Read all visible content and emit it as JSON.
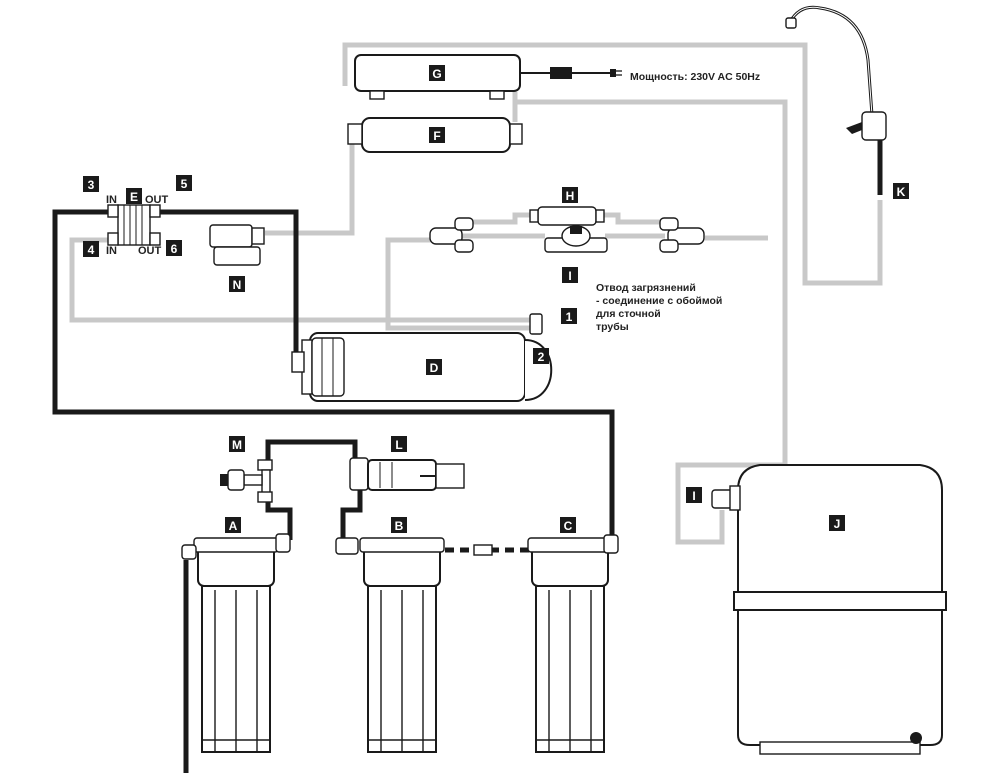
{
  "labels": {
    "A": "A",
    "B": "B",
    "C": "C",
    "D": "D",
    "E": "E",
    "F": "F",
    "G": "G",
    "H": "H",
    "I_top": "I",
    "I_tank": "I",
    "J": "J",
    "K": "K",
    "L": "L",
    "M": "M",
    "N": "N",
    "n1": "1",
    "n2": "2",
    "n3": "3",
    "n4": "4",
    "n5": "5",
    "n6": "6"
  },
  "port_labels": {
    "in_top": "IN",
    "out_top": "OUT",
    "in_bottom": "IN",
    "out_bottom": "OUT"
  },
  "power_text": "Мощность: 230V AC 50Hz",
  "drain_note": {
    "line1": "Отвод загрязнений",
    "line2": "- соединение с обоймой",
    "line3": "для сточной",
    "line4": "трубы"
  },
  "colors": {
    "label_bg": "#1a1a1a",
    "grey_tube": "#c8c8c8",
    "black_tube": "#1a1a1a"
  }
}
